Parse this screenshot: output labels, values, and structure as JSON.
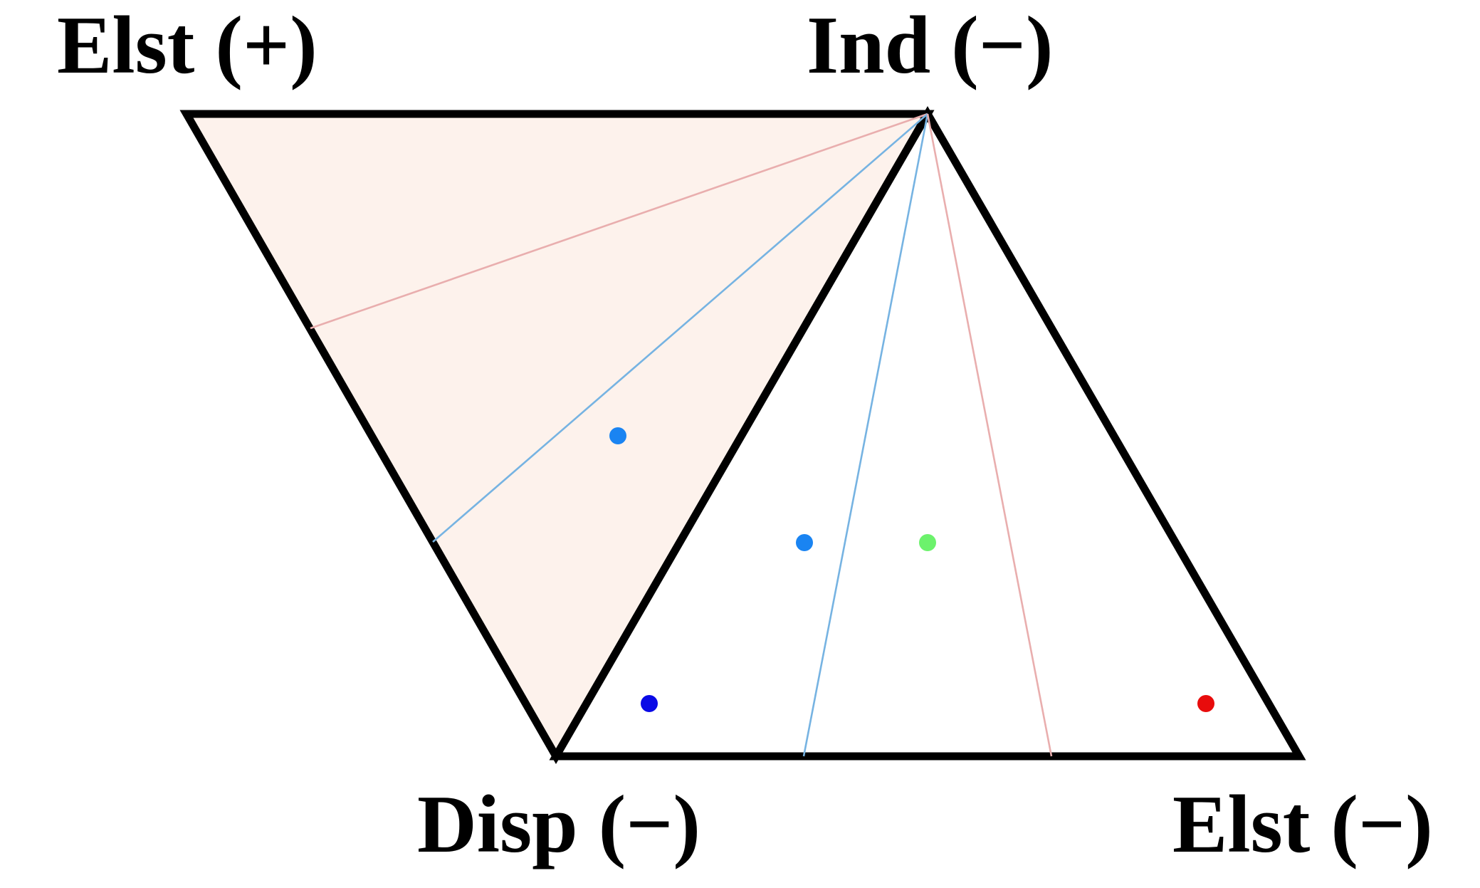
{
  "labels": {
    "elst_pos": "Elst (+)",
    "ind_neg": "Ind (−)",
    "disp_neg": "Disp (−)",
    "elst_neg": "Elst (−)"
  },
  "colors": {
    "left_triangle_fill": "#fdf2ec",
    "right_triangle_fill": "#ffffff",
    "outline": "#000000",
    "pink_line": "#e9aeae",
    "blue_line": "#76b3e2",
    "point_blue_light": "#1a84f2",
    "point_blue_dark": "#0a0ae6",
    "point_green": "#6cf26c",
    "point_red": "#e80c0c"
  }
}
